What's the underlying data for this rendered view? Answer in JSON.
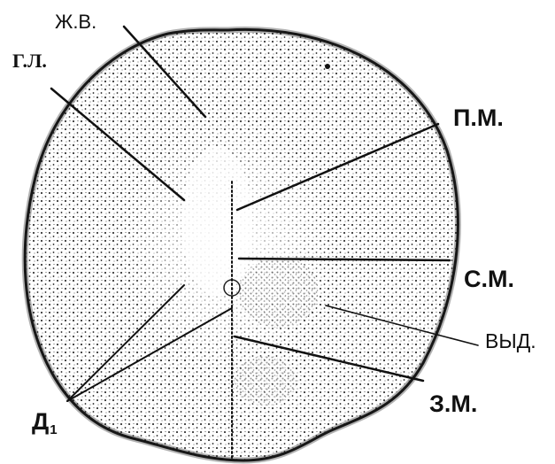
{
  "labels": {
    "zh_v": "Ж.В.",
    "g_l": "Г.Л.",
    "p_m": "П.М.",
    "s_m": "С.М.",
    "vyd": "ВЫД.",
    "d_main": "Д",
    "d_sub": "1",
    "z_m": "З.М."
  },
  "colors": {
    "ink": "#111111",
    "background": "#ffffff"
  }
}
